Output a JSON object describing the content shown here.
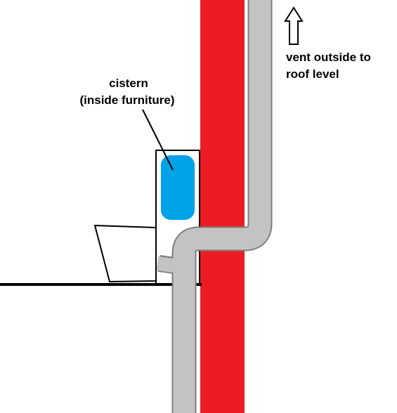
{
  "labels": {
    "cistern_line1": "cistern",
    "cistern_line2": "(inside furniture)",
    "vent_line1": "vent outside to",
    "vent_line2": "roof level"
  },
  "colors": {
    "wall": "#ed1c24",
    "pipe_fill": "#c3c3c3",
    "pipe_outline": "#7f7f7f",
    "cistern_water": "#00a2e8",
    "outline": "#000000",
    "background": "#ffffff"
  },
  "icons": {
    "vent_arrow": "up-arrow-outline-icon"
  }
}
